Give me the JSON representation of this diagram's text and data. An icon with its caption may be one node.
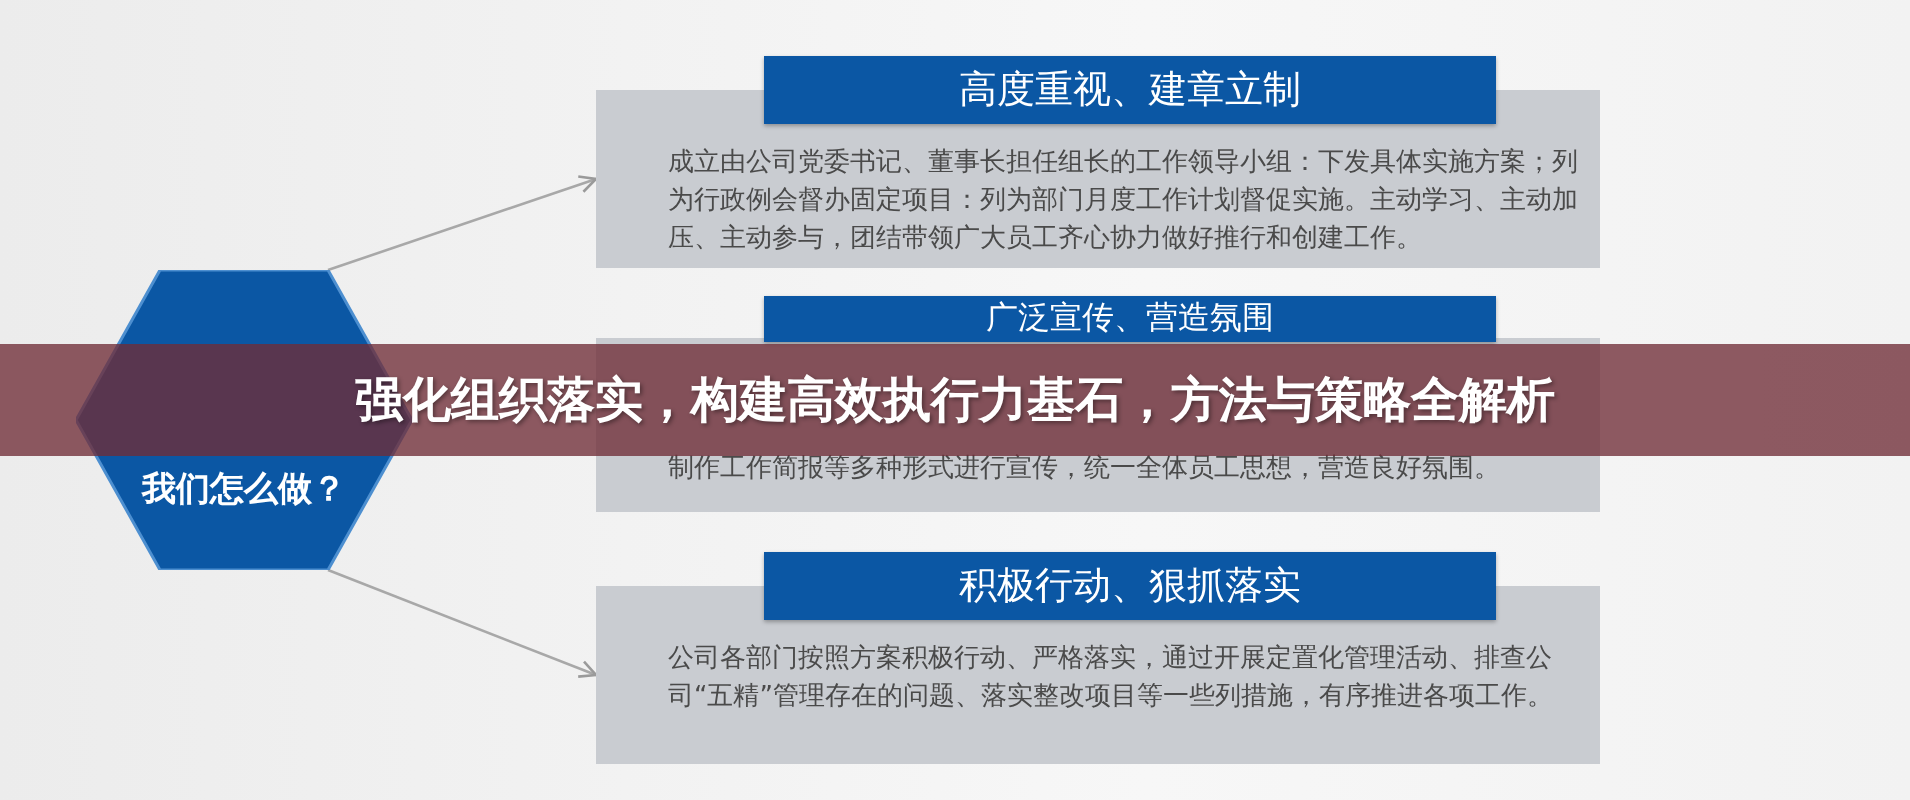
{
  "diagram": {
    "title": "强化组织落实，构建高效执行力基石，方法与策略全解析",
    "nodes": [
      {
        "text": [
          "我们怎么做？"
        ]
      },
      {
        "text": [
          "高度重视、建章立制",
          "成立由公司党委书记、董事长担任组长的工作领导小组：下发具体实施方案；列为行政例会督办固定项目：列为部门月度工作计划督促实施。主动学习、主动加压、主动参与，团结带领广大员工齐心协力做好推行和创建工作。"
        ]
      },
      {
        "text": [
          "广泛宣传、营造氛围",
          "制作工作简报等多种形式进行宣传，统一全体员工思想，营造良好氛围。"
        ]
      },
      {
        "text": [
          "积极行动、狠抓落实",
          "公司各部门按照方案积极行动、严格落实，通过开展定置化管理活动、排查公司“五精”管理存在的问题、落实整改项目等一些列措施，有序推进各项工作。"
        ]
      }
    ],
    "edges": [
      {
        "from": 0,
        "to": 1,
        "arrow": "to"
      },
      {
        "from": 0,
        "to": 3,
        "arrow": "to"
      }
    ]
  }
}
